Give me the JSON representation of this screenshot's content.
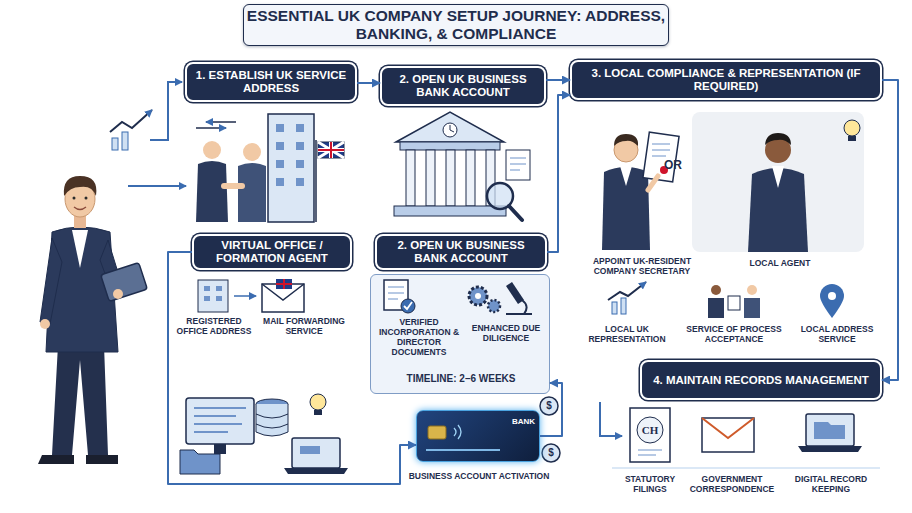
{
  "diagram": {
    "title": "ESSENTIAL UK COMPANY SETUP JOURNEY: ADDRESS, BANKING, & COMPLIANCE",
    "nodes": [
      {
        "text": [
          "1. ESTABLISH UK SERVICE ADDRESS"
        ]
      },
      {
        "text": [
          "2. OPEN UK BUSINESS BANK ACCOUNT"
        ]
      },
      {
        "text": [
          "3. LOCAL COMPLIANCE & REPRESENTATION (IF REQUIRED)"
        ]
      },
      {
        "text": [
          "VIRTUAL OFFICE / FORMATION AGENT"
        ]
      },
      {
        "text": [
          "2. OPEN UK BUSINESS BANK ACCOUNT"
        ]
      },
      {
        "text": [
          "VERIFIED INCORPORATION & DIRECTOR DOCUMENTS",
          "ENHANCED DUE DILIGENCE",
          "TIMELINE: 2–6 WEEKS"
        ]
      },
      {
        "text": [
          "BANK",
          "BUSINESS ACCOUNT ACTIVATION"
        ]
      },
      {
        "text": [
          "4. MAINTAIN RECORDS MANAGEMENT"
        ]
      }
    ],
    "edges": [
      {
        "from": 0,
        "to": 1,
        "arrow": "to"
      },
      {
        "from": 1,
        "to": 2,
        "arrow": "to"
      },
      {
        "from": 3,
        "to": 6,
        "arrow": "to"
      },
      {
        "from": 6,
        "to": 5,
        "arrow": "to"
      },
      {
        "from": 4,
        "to": 2,
        "arrow": "to"
      },
      {
        "from": 2,
        "to": 7,
        "arrow": "to"
      }
    ],
    "labels": [
      "REGISTERED OFFICE ADDRESS",
      "MAIL FORWARDING SERVICE",
      "APPOINT UK-RESIDENT COMPANY SECRETARY",
      "OR",
      "LOCAL AGENT",
      "LOCAL UK REPRESENTATION",
      "SERVICE OF PROCESS ACCEPTANCE",
      "LOCAL ADDRESS SERVICE",
      "STATUTORY FILINGS",
      "GOVERNMENT CORRESPONDENCE",
      "DIGITAL RECORD KEEPING",
      "CH",
      "$",
      "$"
    ]
  }
}
